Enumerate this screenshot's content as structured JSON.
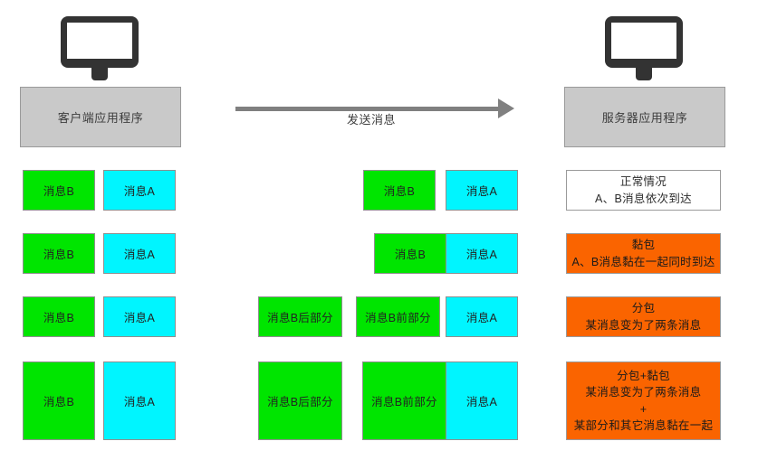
{
  "endpoints": {
    "client": {
      "label": "客户端应用程序",
      "icon": "monitor-icon"
    },
    "server": {
      "label": "服务器应用程序",
      "icon": "monitor-icon"
    }
  },
  "arrow": {
    "label": "发送消息",
    "icon": "right-arrow-icon",
    "color": "#808080"
  },
  "colors": {
    "message_b": "#00e500",
    "message_a": "#00f5ff",
    "endpoint_box": "#c9c9c9",
    "alert_box": "#fa6400",
    "normal_box": "#ffffff",
    "border": "#8f8f8f"
  },
  "rows": [
    {
      "id": "normal",
      "sent": [
        {
          "label": "消息B",
          "color": "green"
        },
        {
          "label": "消息A",
          "color": "cyan"
        }
      ],
      "received": [
        {
          "label": "消息B",
          "color": "green"
        },
        {
          "label": "消息A",
          "color": "cyan"
        }
      ],
      "description": {
        "style": "normal",
        "lines": [
          "正常情况",
          "A、B消息依次到达"
        ]
      }
    },
    {
      "id": "sticky-packet",
      "sent": [
        {
          "label": "消息B",
          "color": "green"
        },
        {
          "label": "消息A",
          "color": "cyan"
        }
      ],
      "received": [
        {
          "label": "消息B",
          "color": "green"
        },
        {
          "label": "消息A",
          "color": "cyan"
        }
      ],
      "description": {
        "style": "alert",
        "lines": [
          "黏包",
          "A、B消息黏在一起同时到达"
        ]
      }
    },
    {
      "id": "split-packet",
      "sent": [
        {
          "label": "消息B",
          "color": "green"
        },
        {
          "label": "消息A",
          "color": "cyan"
        }
      ],
      "received": [
        {
          "label": "消息B后部分",
          "color": "green"
        },
        {
          "label": "消息B前部分",
          "color": "green"
        },
        {
          "label": "消息A",
          "color": "cyan"
        }
      ],
      "description": {
        "style": "alert",
        "lines": [
          "分包",
          "某消息变为了两条消息"
        ]
      }
    },
    {
      "id": "split-and-sticky",
      "sent": [
        {
          "label": "消息B",
          "color": "green"
        },
        {
          "label": "消息A",
          "color": "cyan"
        }
      ],
      "received": [
        {
          "label": "消息B后部分",
          "color": "green"
        },
        {
          "label": "消息B前部分",
          "color": "green"
        },
        {
          "label": "消息A",
          "color": "cyan"
        }
      ],
      "description": {
        "style": "alert",
        "lines": [
          "分包+黏包",
          "某消息变为了两条消息",
          "+",
          "某部分和其它消息黏在一起"
        ]
      }
    }
  ]
}
